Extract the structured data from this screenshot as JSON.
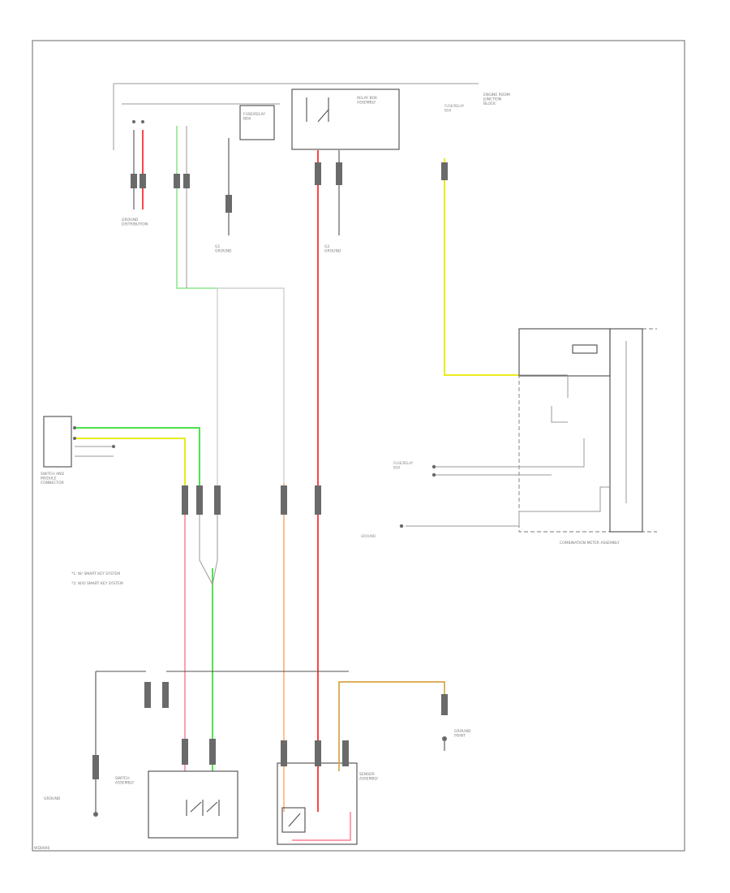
{
  "diagram": {
    "labels": {
      "ground_left_top": "GROUND\nDISTRIBUTION",
      "fuse_box_top": "FUSE/RELAY\nBOX",
      "ground_center": "G1\nGROUND",
      "ground_right": "G2\nGROUND",
      "relay_label": "RELAY BOX\nASSEMBLY",
      "top_right_label": "ENGINE ROOM\nJUNCTION\nBLOCK",
      "left_connector_label": "SWITCH AND\nMODULE\nCONNECTOR",
      "combination_meter": "COMBINATION METER ASSEMBLY",
      "left_ground_bottom": "GROUND",
      "center_box_label": "SWITCH\nASSEMBLY",
      "right_box_label": "SENSOR\nASSEMBLY",
      "right_bottom_ground": "GROUND\nPOINT",
      "notes_line1": "*1: W/ SMART KEY SYSTEM",
      "notes_line2": "*2: W/O SMART KEY SYSTEM",
      "footer_code": "WD0000"
    }
  }
}
